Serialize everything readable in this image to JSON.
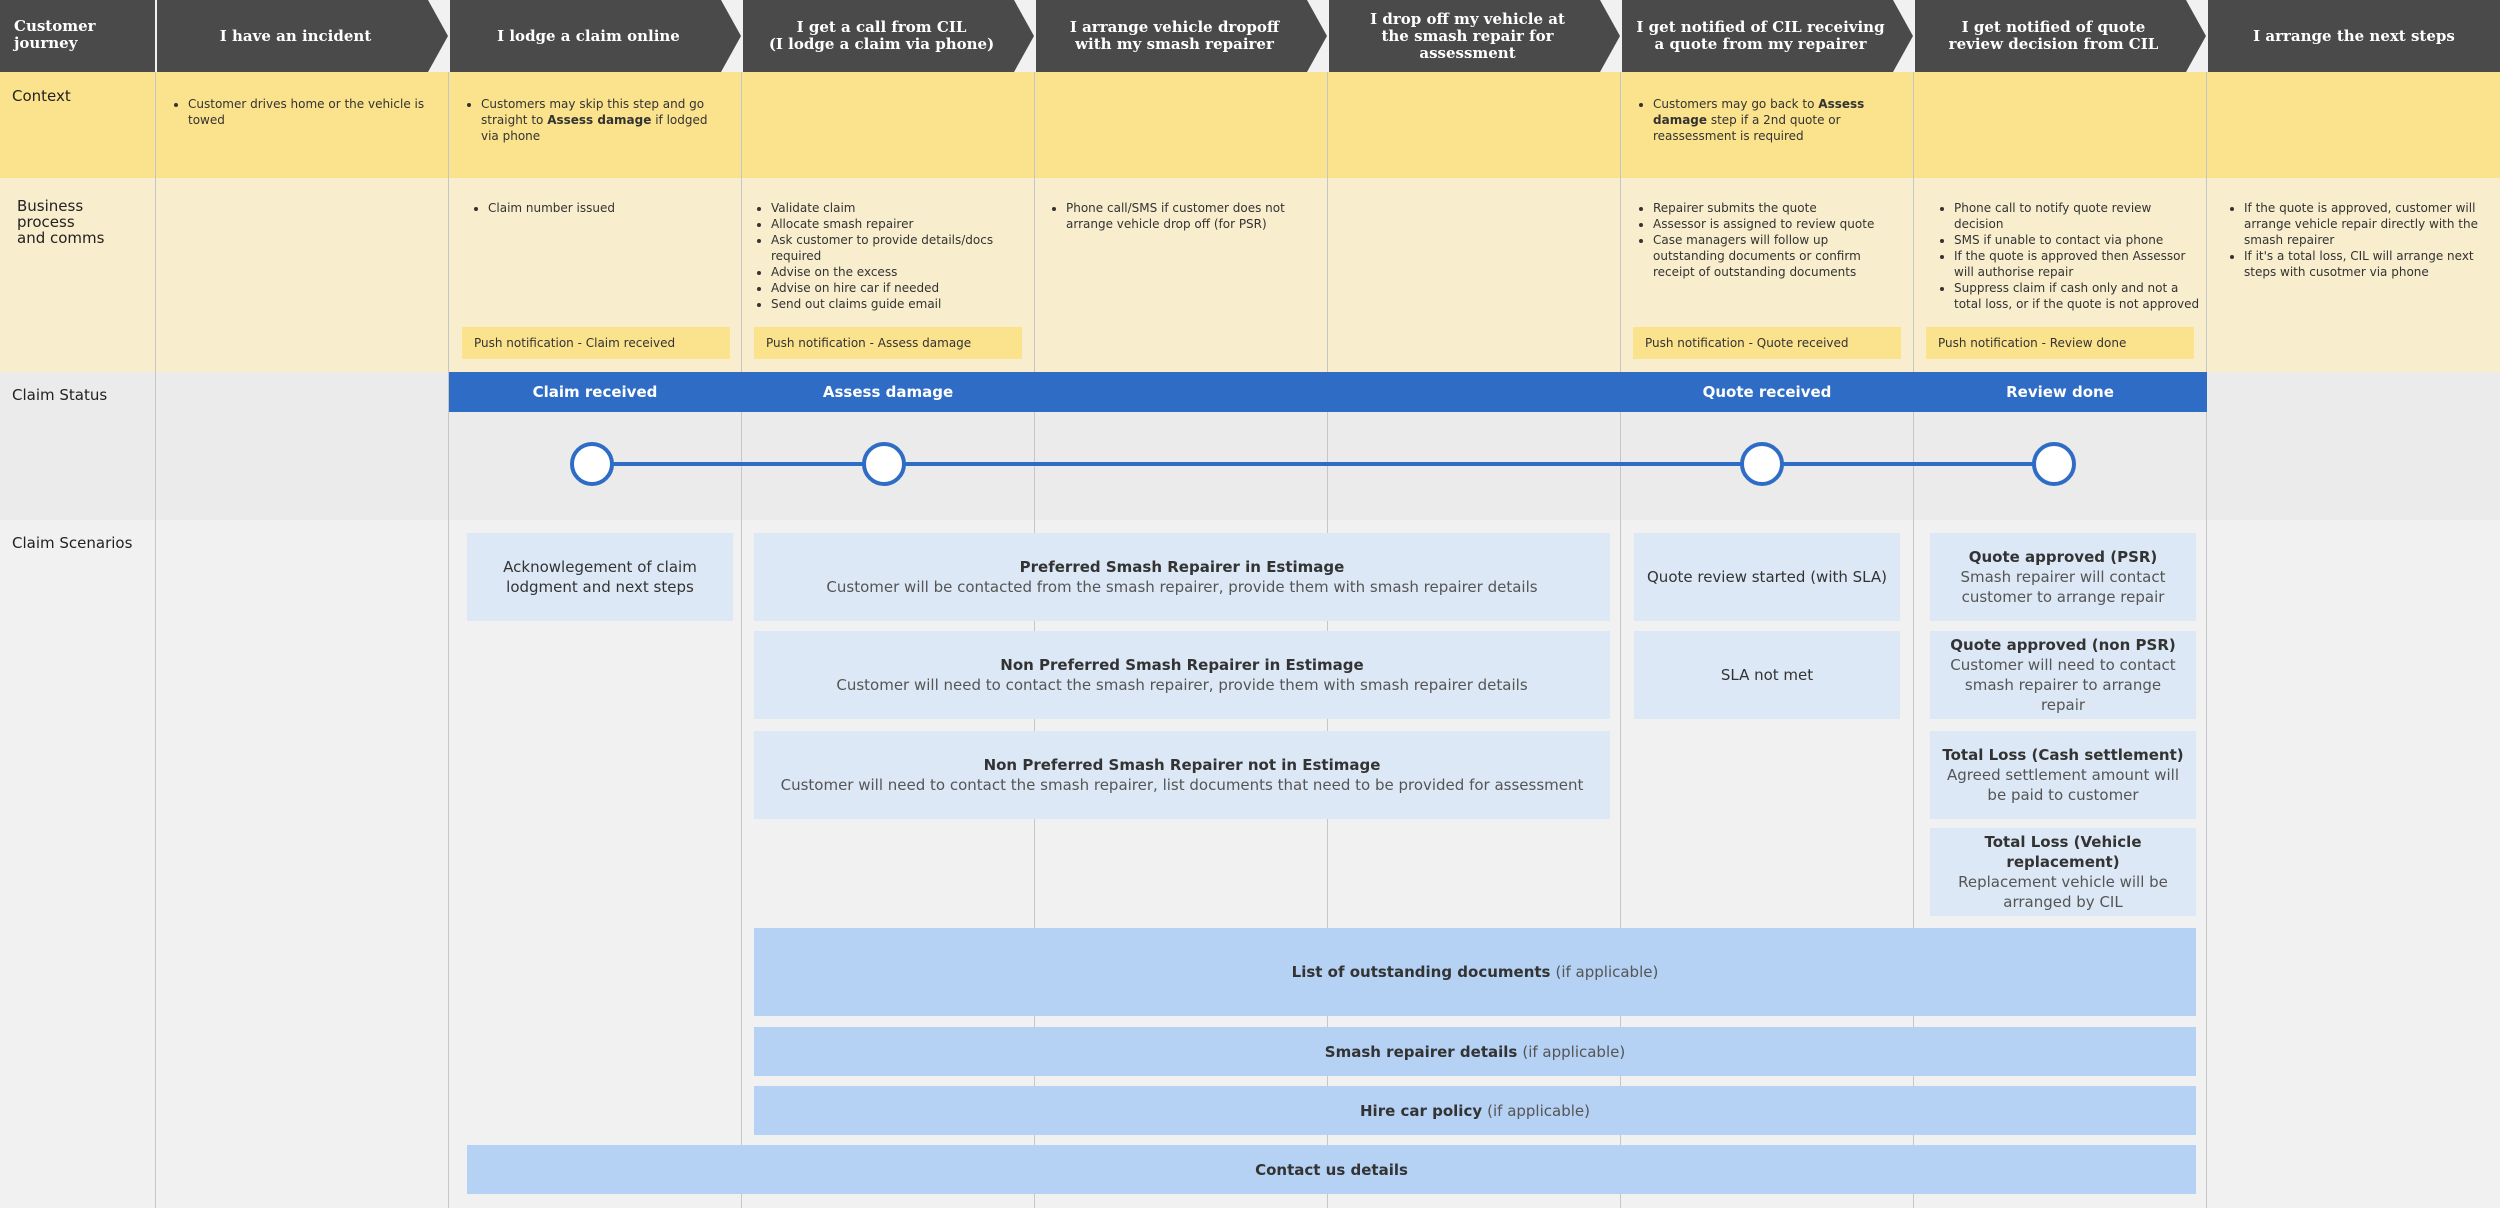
{
  "header": {
    "label": "Customer\njourney",
    "stages": [
      "I have an incident",
      "I lodge a claim online",
      "I get a call from CIL\n(I lodge a claim via phone)",
      "I arrange vehicle dropoff\nwith my smash repairer",
      "I drop off my vehicle at\nthe smash repair for assessment",
      "I get notified of CIL receiving\na quote from my repairer",
      "I get notified of quote\nreview decision from CIL",
      "I arrange the next steps"
    ]
  },
  "rows": {
    "context": "Context",
    "business": "Business\nprocess\nand comms",
    "status": "Claim Status",
    "scenarios": "Claim Scenarios"
  },
  "context": {
    "c1": [
      "Customer drives home or the vehicle is towed"
    ],
    "c2": {
      "before": "Customers may skip this step and go straight to ",
      "bold": "Assess damage",
      "after": " if lodged via phone"
    },
    "c6": {
      "before": "Customers may go back to ",
      "bold": "Assess damage",
      "after": " step if a 2nd quote or reassessment is required"
    }
  },
  "business": {
    "c2": [
      "Claim number issued"
    ],
    "c3": [
      "Validate claim",
      "Allocate smash repairer",
      "Ask customer to provide details/docs required",
      "Advise on the excess",
      "Advise on hire car if needed",
      "Send out claims guide email"
    ],
    "c4": [
      "Phone call/SMS if customer does not arrange vehicle drop off (for PSR)"
    ],
    "c6": [
      "Repairer submits the quote",
      "Assessor is assigned to review quote",
      "Case managers will follow up outstanding documents or confirm receipt of outstanding documents"
    ],
    "c7": [
      "Phone call to notify quote review decision",
      "SMS if unable to contact via phone",
      "If the quote is approved then Assessor will authorise repair",
      "Suppress claim if cash only and not a total loss, or if the quote is not approved"
    ],
    "c8": [
      "If the quote is approved, customer will arrange vehicle repair directly with the smash repairer",
      "If it's a total loss, CIL will arrange next steps with cusotmer via phone"
    ]
  },
  "push": {
    "c2": "Push notification - Claim received",
    "c3": "Push notification - Assess damage",
    "c6": "Push notification - Quote received",
    "c7": "Push notification - Review done"
  },
  "status": {
    "claim_received": "Claim received",
    "assess_damage": "Assess damage",
    "quote_received": "Quote received",
    "review_done": "Review done"
  },
  "scenarios": {
    "ack": "Acknowlegement of claim lodgment and next steps",
    "psr_title": "Preferred Smash Repairer in Estimage",
    "psr_sub": "Customer will be contacted from the smash repairer, provide them with smash repairer details",
    "npsr_title": "Non Preferred Smash Repairer in Estimage",
    "npsr_sub": "Customer will need to contact the smash repairer, provide them with smash repairer details",
    "npsr_not_title": "Non Preferred Smash Repairer not in Estimage",
    "npsr_not_sub": "Customer will need to contact the smash repairer, list documents that need to be provided for assessment",
    "review_started": "Quote review started (with SLA)",
    "sla_not_met": "SLA not met",
    "qa_psr_title": "Quote approved (PSR)",
    "qa_psr_sub": "Smash repairer will contact customer to arrange repair",
    "qa_npsr_title": "Quote approved (non PSR)",
    "qa_npsr_sub": "Customer will need to contact smash repairer to arrange repair",
    "tl_cash_title": "Total Loss (Cash settlement)",
    "tl_cash_sub": "Agreed settlement amount will be paid to customer",
    "tl_veh_title": "Total Loss (Vehicle replacement)",
    "tl_veh_sub": "Replacement vehicle will be arranged by CIL",
    "docs_title": "List of outstanding documents",
    "docs_sub": "(if applicable)",
    "repairer_title": "Smash repairer details",
    "repairer_sub": "(if applicable)",
    "hire_title": "Hire car policy",
    "hire_sub": "(if applicable)",
    "contact": "Contact us details"
  },
  "colors": {
    "header": "#4a4a4a",
    "context": "#fbe38d",
    "business": "#f8edcc",
    "status_bar": "#2f6cc6",
    "card": "#dce8f5",
    "wide_card": "#b5d1f3"
  }
}
